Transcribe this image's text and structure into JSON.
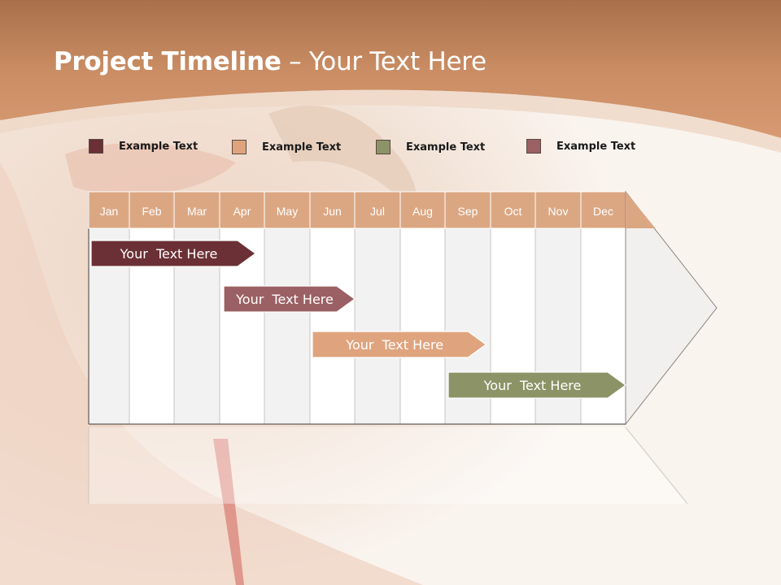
{
  "slide": {
    "title_bold": "Project Timeline",
    "title_rest": " – Your Text Here"
  },
  "legend": [
    {
      "label": "Example Text",
      "color": "#6b3035"
    },
    {
      "label": "Example Text",
      "color": "#dfa47e"
    },
    {
      "label": "Example Text",
      "color": "#8c9366"
    },
    {
      "label": "Example Text",
      "color": "#9b6063"
    }
  ],
  "timeline": {
    "months": [
      "Jan",
      "Feb",
      "Mar",
      "Apr",
      "May",
      "Jun",
      "Jul",
      "Aug",
      "Sep",
      "Oct",
      "Nov",
      "Dec"
    ],
    "header_color": "#dba783",
    "tasks": [
      {
        "label": "Your  Text Here",
        "start": 0,
        "end": 3.8,
        "color": "#6b3035",
        "row": 0
      },
      {
        "label": "Your  Text Here",
        "start": 3,
        "end": 6,
        "color": "#9b6063",
        "row": 1
      },
      {
        "label": "Your  Text Here",
        "start": 5,
        "end": 8.9,
        "color": "#dfa47e",
        "row": 2
      },
      {
        "label": "Your  Text Here",
        "start": 8,
        "end": 12,
        "color": "#8c9366",
        "row": 3
      }
    ]
  }
}
